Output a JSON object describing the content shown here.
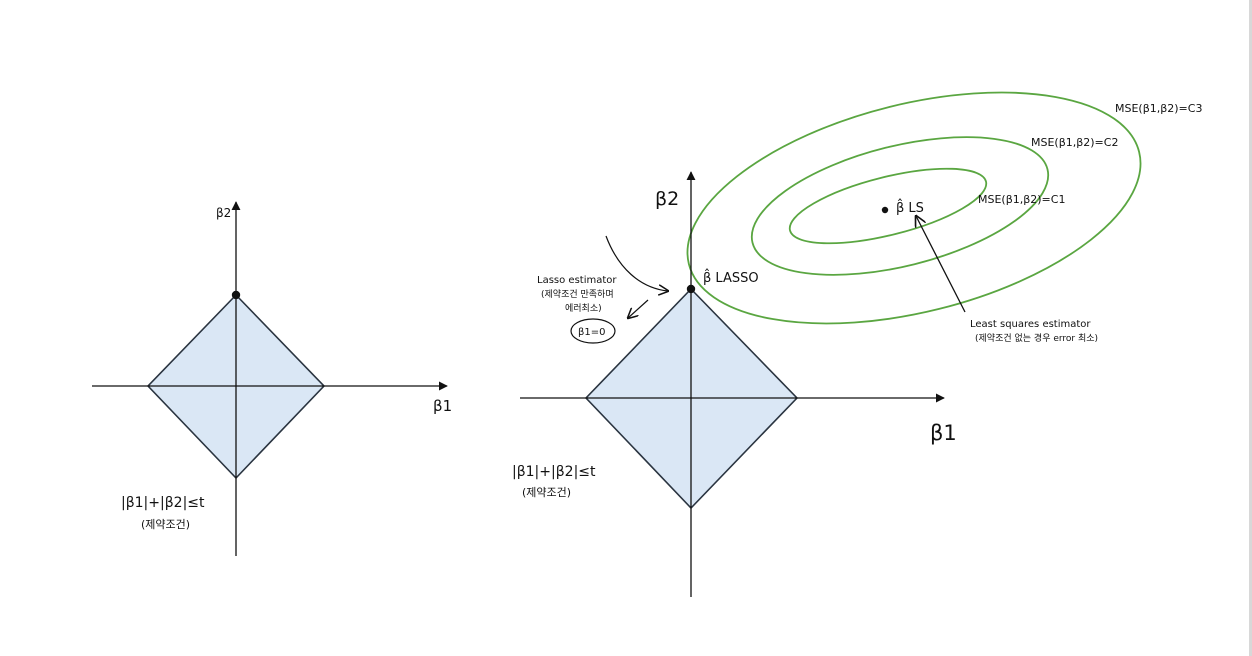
{
  "colors": {
    "region_fill": "#dae7f5",
    "region_stroke": "#2a3440",
    "contour_stroke": "#5aa641",
    "axis": "#111111",
    "ink": "#111111"
  },
  "left_diagram": {
    "x_axis_label": "β1",
    "y_axis_label": "β2",
    "constraint_label": "|β1|+|β2|≤t",
    "constraint_caption": "(제약조건)"
  },
  "right_diagram": {
    "x_axis_label": "β1",
    "y_axis_label": "β2",
    "constraint_label": "|β1|+|β2|≤t",
    "constraint_caption": "(제약조건)",
    "lasso_point_label": "β̂ LASSO",
    "ls_point_label": "β̂ LS",
    "contours": [
      {
        "label": "MSE(β1,β2)=C1"
      },
      {
        "label": "MSE(β1,β2)=C2"
      },
      {
        "label": "MSE(β1,β2)=C3"
      }
    ],
    "lasso_note": {
      "line1": "Lasso estimator",
      "line2": "(제약조건 만족하며",
      "line3": "에러최소)",
      "circled": "β1=0"
    },
    "ls_note": {
      "line1": "Least squares estimator",
      "line2": "(제약조건 없는 경우 error 최소)"
    }
  }
}
